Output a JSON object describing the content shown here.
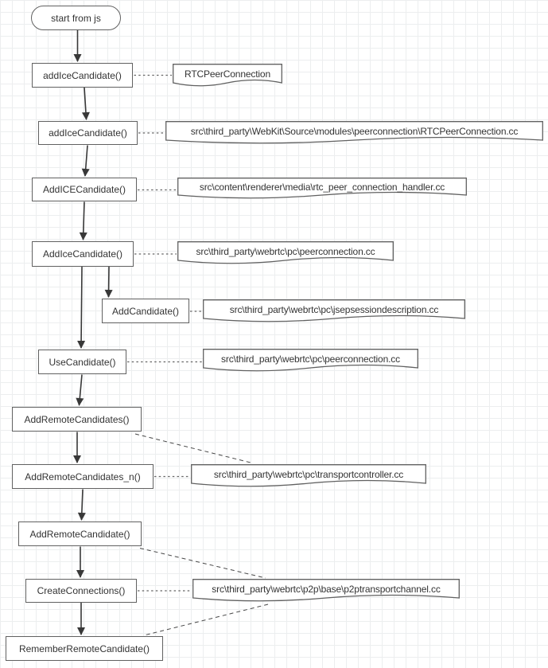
{
  "colors": {
    "background": "#ffffff",
    "grid_line": "#eceeef",
    "node_border": "#616161",
    "node_fill": "#ffffff",
    "text": "#333333",
    "flow_edge": "#383838",
    "note_link": "#666666"
  },
  "nodes": [
    {
      "id": "start",
      "label": "start from js",
      "shape": "terminator"
    },
    {
      "id": "js-addicecandidate",
      "label": "addIceCandidate()",
      "shape": "process"
    },
    {
      "id": "webkit-addicecandidate",
      "label": "addIceCandidate()",
      "shape": "process"
    },
    {
      "id": "handler-addicecandidate",
      "label": "AddICECandidate()",
      "shape": "process"
    },
    {
      "id": "pc-addicecandidate",
      "label": "AddIceCandidate()",
      "shape": "process"
    },
    {
      "id": "jsep-addcandidate",
      "label": "AddCandidate()",
      "shape": "process"
    },
    {
      "id": "pc-usecandidate",
      "label": "UseCandidate()",
      "shape": "process"
    },
    {
      "id": "tc-addremotecandidates",
      "label": "AddRemoteCandidates()",
      "shape": "process"
    },
    {
      "id": "tc-addremotecandidates-n",
      "label": "AddRemoteCandidates_n()",
      "shape": "process"
    },
    {
      "id": "ptc-addremotecandidate",
      "label": "AddRemoteCandidate()",
      "shape": "process"
    },
    {
      "id": "ptc-createconnections",
      "label": "CreateConnections()",
      "shape": "process"
    },
    {
      "id": "ptc-rememberremotecandidate",
      "label": "RememberRemoteCandidate()",
      "shape": "process"
    }
  ],
  "notes": [
    {
      "id": "note-rtcpeerconnection",
      "label": "RTCPeerConnection"
    },
    {
      "id": "note-webkit-file",
      "label": "src\\third_party\\WebKit\\Source\\modules\\peerconnection\\RTCPeerConnection.cc"
    },
    {
      "id": "note-handler-file",
      "label": "src\\content\\renderer\\media\\rtc_peer_connection_handler.cc"
    },
    {
      "id": "note-peerconnection-file-1",
      "label": "src\\third_party\\webrtc\\pc\\peerconnection.cc"
    },
    {
      "id": "note-jsep-file",
      "label": "src\\third_party\\webrtc\\pc\\jsepsessiondescription.cc"
    },
    {
      "id": "note-peerconnection-file-2",
      "label": "src\\third_party\\webrtc\\pc\\peerconnection.cc"
    },
    {
      "id": "note-transportcontroller-file",
      "label": "src\\third_party\\webrtc\\pc\\transportcontroller.cc"
    },
    {
      "id": "note-p2ptransportchannel-file",
      "label": "src\\third_party\\webrtc\\p2p\\base\\p2ptransportchannel.cc"
    }
  ],
  "flow_edges": [
    {
      "from": "start",
      "to": "js-addicecandidate"
    },
    {
      "from": "js-addicecandidate",
      "to": "webkit-addicecandidate"
    },
    {
      "from": "webkit-addicecandidate",
      "to": "handler-addicecandidate"
    },
    {
      "from": "handler-addicecandidate",
      "to": "pc-addicecandidate"
    },
    {
      "from": "pc-addicecandidate",
      "to": "jsep-addcandidate"
    },
    {
      "from": "pc-addicecandidate",
      "to": "pc-usecandidate"
    },
    {
      "from": "pc-usecandidate",
      "to": "tc-addremotecandidates"
    },
    {
      "from": "tc-addremotecandidates",
      "to": "tc-addremotecandidates-n"
    },
    {
      "from": "tc-addremotecandidates-n",
      "to": "ptc-addremotecandidate"
    },
    {
      "from": "ptc-addremotecandidate",
      "to": "ptc-createconnections"
    },
    {
      "from": "ptc-createconnections",
      "to": "ptc-rememberremotecandidate"
    }
  ],
  "note_links": [
    {
      "from": "js-addicecandidate",
      "to": "note-rtcpeerconnection"
    },
    {
      "from": "webkit-addicecandidate",
      "to": "note-webkit-file"
    },
    {
      "from": "handler-addicecandidate",
      "to": "note-handler-file"
    },
    {
      "from": "pc-addicecandidate",
      "to": "note-peerconnection-file-1"
    },
    {
      "from": "jsep-addcandidate",
      "to": "note-jsep-file"
    },
    {
      "from": "pc-usecandidate",
      "to": "note-peerconnection-file-2"
    },
    {
      "from": "tc-addremotecandidates",
      "to": "note-transportcontroller-file"
    },
    {
      "from": "tc-addremotecandidates-n",
      "to": "note-transportcontroller-file"
    },
    {
      "from": "ptc-addremotecandidate",
      "to": "note-p2ptransportchannel-file"
    },
    {
      "from": "ptc-createconnections",
      "to": "note-p2ptransportchannel-file"
    },
    {
      "from": "ptc-rememberremotecandidate",
      "to": "note-p2ptransportchannel-file"
    }
  ]
}
